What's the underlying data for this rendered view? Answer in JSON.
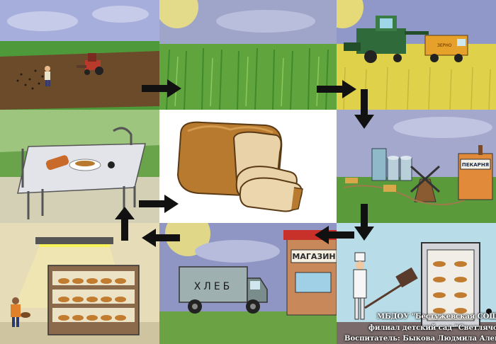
{
  "signs": {
    "bakery": "ПЕКАРНЯ",
    "store": "МАГАЗИН",
    "truck": "ХЛЕБ",
    "combine_bunker": "ЗЕРНО"
  },
  "credits": {
    "line1": "МБДОУ \"Бестужевская СОШ\"",
    "line2": "филиал детский сад \"Светлячок\"",
    "line3": "Воспитатель: Быкова Людмила Алексеевна"
  },
  "colors": {
    "sky": "#9aa5cf",
    "grass": "#4f9a3a",
    "wheat": "#e2d64a",
    "bread_crust": "#b77a2e",
    "bread_crumb": "#e9d2a8",
    "arrow": "#111111"
  }
}
